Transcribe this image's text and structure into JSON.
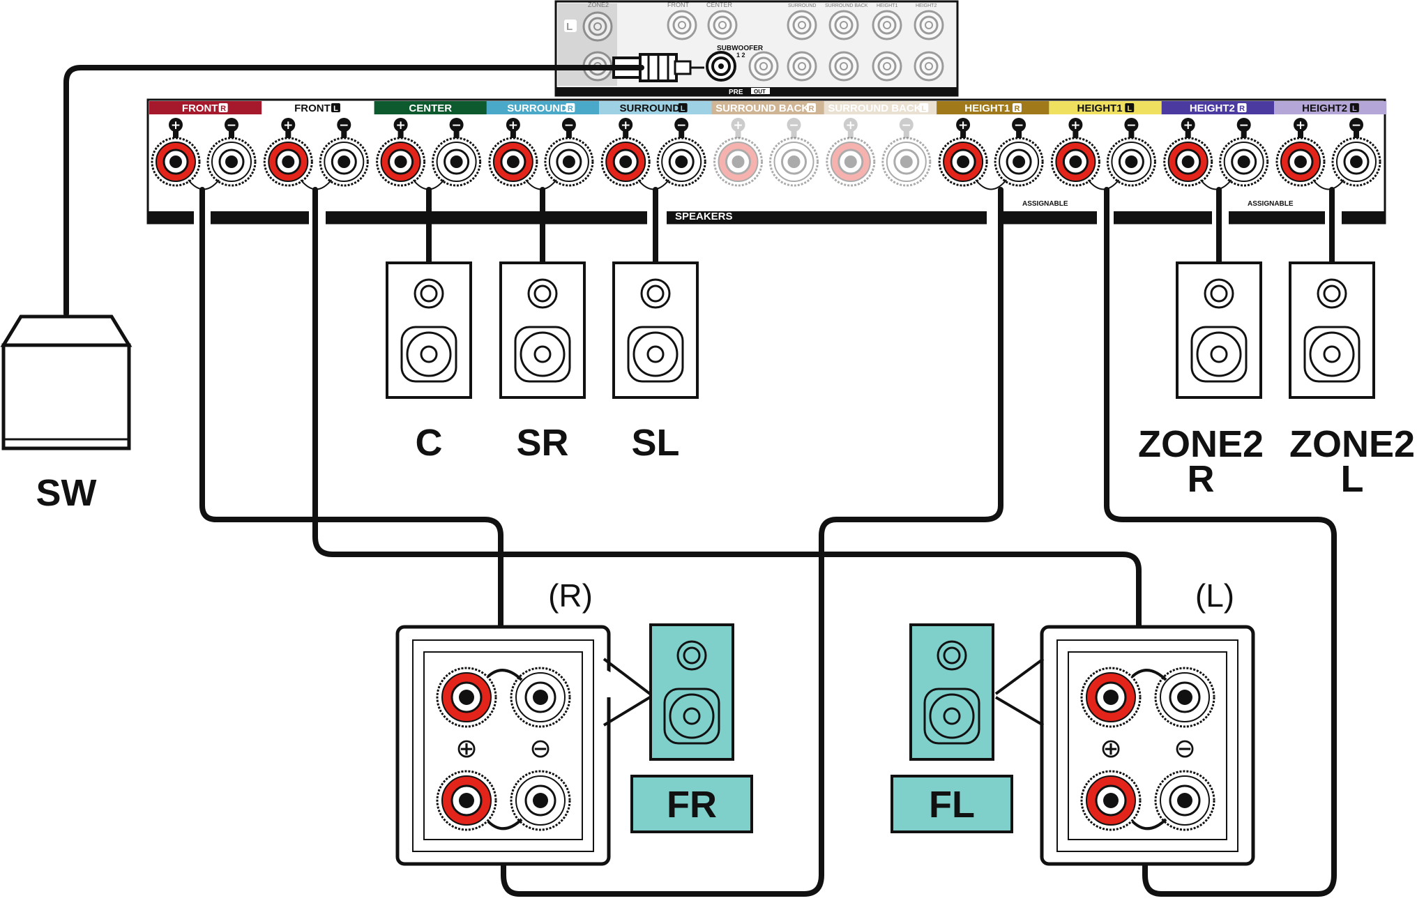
{
  "receiver": {
    "speakers_label": "SPEAKERS",
    "assignable_label": "ASSIGNABLE",
    "channels": [
      {
        "label": "FRONT",
        "side": "R",
        "color": "#a6182b",
        "text_color": "#ffffff",
        "active": true
      },
      {
        "label": "FRONT",
        "side": "L",
        "color": "#ffffff",
        "text_color": "#111111",
        "active": true
      },
      {
        "label": "CENTER",
        "side": "",
        "color": "#0d5a2e",
        "text_color": "#ffffff",
        "active": true
      },
      {
        "label": "SURROUND",
        "side": "R",
        "color": "#4aa9c9",
        "text_color": "#ffffff",
        "active": true
      },
      {
        "label": "SURROUND",
        "side": "L",
        "color": "#9ed1e4",
        "text_color": "#111111",
        "active": true
      },
      {
        "label": "SURROUND BACK",
        "side": "R",
        "color": "#c8a882",
        "text_color": "#ffffff",
        "active": false
      },
      {
        "label": "SURROUND BACK",
        "side": "L",
        "color": "#e8dccb",
        "text_color": "#ffffff",
        "active": false
      },
      {
        "label": "HEIGHT1",
        "side": "R",
        "color": "#a07a1a",
        "text_color": "#ffffff",
        "active": true
      },
      {
        "label": "HEIGHT1",
        "side": "L",
        "color": "#f0e060",
        "text_color": "#111111",
        "active": true
      },
      {
        "label": "HEIGHT2",
        "side": "R",
        "color": "#4b3aa0",
        "text_color": "#ffffff",
        "active": true
      },
      {
        "label": "HEIGHT2",
        "side": "L",
        "color": "#b5a6d8",
        "text_color": "#111111",
        "active": true
      }
    ]
  },
  "preout": {
    "labels": [
      "ZONE2",
      "FRONT",
      "CENTER",
      "SURROUND",
      "SURROUND BACK",
      "HEIGHT1",
      "HEIGHT2"
    ],
    "subwoofer_label": "SUBWOOFER",
    "subwoofer_numbers": "1 2",
    "pre_label": "PRE",
    "out_label": "OUT",
    "l_label": "L"
  },
  "speakers": {
    "C": "C",
    "SR": "SR",
    "SL": "SL",
    "zone2_r": [
      "ZONE2",
      "R"
    ],
    "zone2_l": [
      "ZONE2",
      "L"
    ],
    "SW": "SW",
    "FR": "FR",
    "FL": "FL"
  },
  "bi_amp": {
    "right_group": "(R)",
    "left_group": "(L)",
    "plus": "⊕",
    "minus": "⊖"
  },
  "colors": {
    "terminal_red": "#e3241b",
    "speaker_teal": "#7fcfcb",
    "cable": "#111111"
  }
}
